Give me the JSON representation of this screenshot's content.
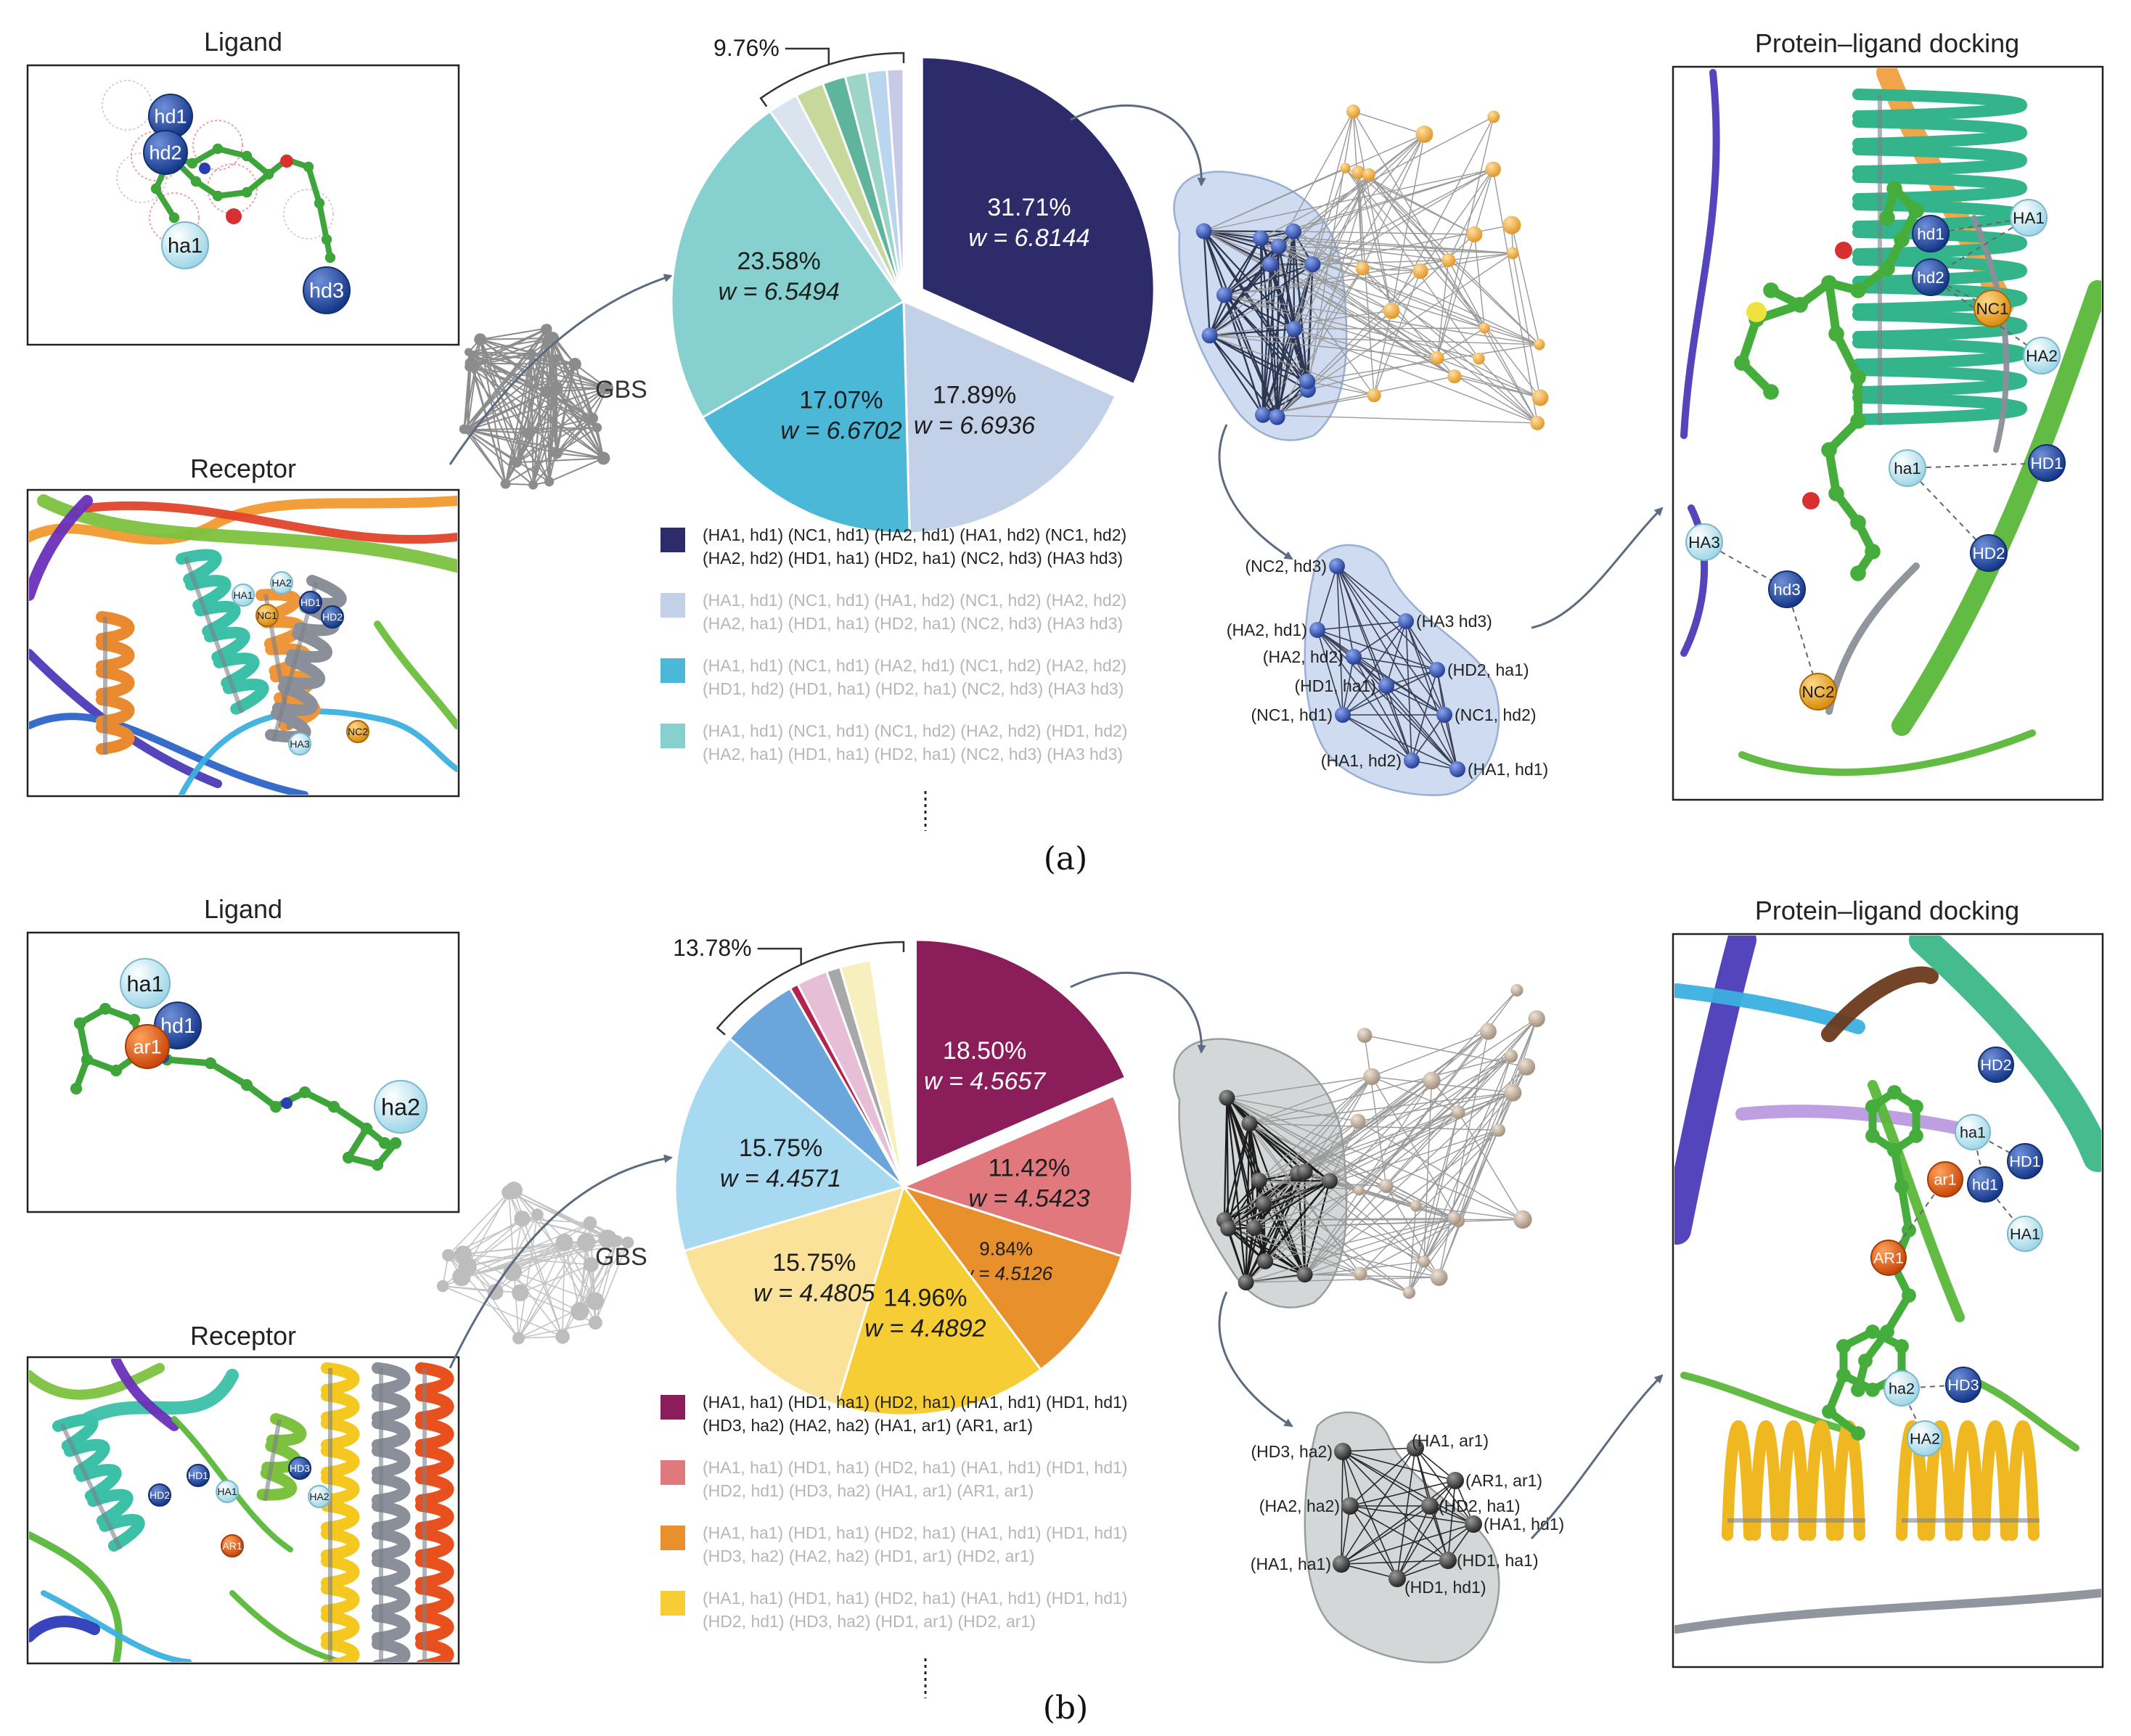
{
  "panels": [
    {
      "id": "a",
      "caption": "(a)",
      "ligand_title": "Ligand",
      "receptor_title": "Receptor",
      "docking_title": "Protein–ligand docking",
      "gbs_label": "GBS",
      "pie": {
        "small_group_pct": "9.76%",
        "slices": [
          {
            "pct": "31.71%",
            "w": "w = 6.8144",
            "value": 31.71,
            "color": "#2e2b6b",
            "text": "#ffffff",
            "exploded": true
          },
          {
            "pct": "17.89%",
            "w": "w = 6.6936",
            "value": 17.89,
            "color": "#c3d1e8",
            "text": "#1d1d1d"
          },
          {
            "pct": "17.07%",
            "w": "w = 6.6702",
            "value": 17.07,
            "color": "#4cb8d8",
            "text": "#1d1d1d"
          },
          {
            "pct": "23.58%",
            "w": "w = 6.5494",
            "value": 23.58,
            "color": "#86d1cf",
            "text": "#1d1d1d"
          }
        ],
        "small_slices": [
          {
            "value": 2.1,
            "color": "#d9e4ef"
          },
          {
            "value": 2.0,
            "color": "#c6d89a"
          },
          {
            "value": 1.6,
            "color": "#5fb59b"
          },
          {
            "value": 1.5,
            "color": "#9dd4c8"
          },
          {
            "value": 1.4,
            "color": "#b9d6ee"
          },
          {
            "value": 1.16,
            "color": "#c7c9e6"
          }
        ]
      },
      "legend": [
        {
          "color": "#2e2b6b",
          "dark": true,
          "lines": [
            "(HA1, hd1) (NC1, hd1) (HA2, hd1) (HA1, hd2) (NC1, hd2)",
            "(HA2, hd2) (HD1, ha1) (HD2, ha1) (NC2, hd3) (HA3 hd3)"
          ]
        },
        {
          "color": "#c3d1e8",
          "dark": false,
          "lines": [
            "(HA1, hd1) (NC1, hd1) (HA1, hd2) (NC1, hd2) (HA2, hd2)",
            "(HA2, ha1) (HD1, ha1) (HD2, ha1) (NC2, hd3) (HA3 hd3)"
          ]
        },
        {
          "color": "#4cb8d8",
          "dark": false,
          "lines": [
            "(HA1, hd1) (NC1, hd1) (HA2, hd1) (NC1, hd2) (HA2, hd2)",
            "(HD1, hd2) (HD1, ha1) (HD2, ha1) (NC2, hd3) (HA3 hd3)"
          ]
        },
        {
          "color": "#86d1cf",
          "dark": false,
          "lines": [
            "(HA1, hd1) (NC1, hd1) (NC1, hd2) (HA2, hd2) (HD1, hd2)",
            "(HA2, ha1) (HD1, ha1) (HD2, ha1) (NC2, hd3) (HA3 hd3)"
          ]
        }
      ],
      "clique_nodes": [
        "(NC2, hd3)",
        "(HA2, hd1)",
        "(HA3 hd3)",
        "(HA2, hd2)",
        "(HD2, ha1)",
        "(HD1, ha1)",
        "(NC1, hd1)",
        "(NC1, hd2)",
        "(HA1, hd2)",
        "(HA1, hd1)"
      ],
      "ligand_atoms": [
        "hd1",
        "hd2",
        "ha1",
        "hd3"
      ],
      "receptor_atoms": [
        "HA1",
        "HA2",
        "HD1",
        "NC1",
        "HD2",
        "HA3",
        "NC2"
      ],
      "docking_atoms": [
        "hd1",
        "HA1",
        "hd2",
        "NC1",
        "HA2",
        "ha1",
        "HD1",
        "HA3",
        "hd3",
        "HD2",
        "NC2"
      ]
    },
    {
      "id": "b",
      "caption": "(b)",
      "ligand_title": "Ligand",
      "receptor_title": "Receptor",
      "docking_title": "Protein–ligand docking",
      "gbs_label": "GBS",
      "pie": {
        "small_group_pct": "13.78%",
        "slices": [
          {
            "pct": "18.50%",
            "w": "w = 4.5657",
            "value": 18.5,
            "color": "#8b1d5a",
            "text": "#ffffff",
            "exploded": true
          },
          {
            "pct": "11.42%",
            "w": "w = 4.5423",
            "value": 11.42,
            "color": "#e1787e",
            "text": "#1d1d1d"
          },
          {
            "pct": "9.84%",
            "w": "w = 4.5126",
            "value": 9.84,
            "color": "#e8902b",
            "text": "#1d1d1d"
          },
          {
            "pct": "14.96%",
            "w": "w = 4.4892",
            "value": 14.96,
            "color": "#f6cd35",
            "text": "#1d1d1d"
          },
          {
            "pct": "15.75%",
            "w": "w = 4.4805",
            "value": 15.75,
            "color": "#fbe29b",
            "text": "#1d1d1d"
          },
          {
            "pct": "15.75%",
            "w": "w = 4.4571",
            "value": 15.75,
            "color": "#a7daf0",
            "text": "#1d1d1d"
          }
        ],
        "small_slices": [
          {
            "value": 5.5,
            "color": "#6aa5dc"
          },
          {
            "value": 0.6,
            "color": "#b4234d"
          },
          {
            "value": 2.2,
            "color": "#e6bed6"
          },
          {
            "value": 1.0,
            "color": "#a8a8a8"
          },
          {
            "value": 2.2,
            "color": "#f7efbe"
          },
          {
            "value": 2.28,
            "color": "#ffffff"
          }
        ]
      },
      "legend": [
        {
          "color": "#8b1d5a",
          "dark": true,
          "lines": [
            "(HA1, ha1) (HD1, ha1) (HD2, ha1) (HA1, hd1) (HD1, hd1)",
            "(HD3, ha2) (HA2, ha2) (HA1, ar1) (AR1, ar1)"
          ]
        },
        {
          "color": "#e1787e",
          "dark": false,
          "lines": [
            "(HA1, ha1) (HD1, ha1) (HD2, ha1) (HA1, hd1) (HD1, hd1)",
            "(HD2, hd1) (HD3, ha2) (HA1, ar1) (AR1, ar1)"
          ]
        },
        {
          "color": "#e8902b",
          "dark": false,
          "lines": [
            "(HA1, ha1) (HD1, ha1) (HD2, ha1) (HA1, hd1) (HD1, hd1)",
            "(HD3, ha2) (HA2, ha2) (HD1, ar1) (HD2, ar1)"
          ]
        },
        {
          "color": "#f6cd35",
          "dark": false,
          "lines": [
            "(HA1, ha1) (HD1, ha1) (HD2, ha1) (HA1, hd1) (HD1, hd1)",
            "(HD2, hd1) (HD3, ha2) (HD1, ar1) (HD2, ar1)"
          ]
        }
      ],
      "clique_nodes": [
        "(HA1, ar1)",
        "(HD3, ha2)",
        "(AR1, ar1)",
        "(HA2, ha2)",
        "(HD2, ha1)",
        "(HA1, hd1)",
        "(HD1, ha1)",
        "(HA1, ha1)",
        "(HD1, hd1)"
      ],
      "ligand_atoms": [
        "ha1",
        "hd1",
        "ar1",
        "ha2"
      ],
      "receptor_atoms": [
        "HD1",
        "HD2",
        "HA1",
        "HD3",
        "HA2",
        "AR1"
      ],
      "docking_atoms": [
        "HD2",
        "ha1",
        "HD1",
        "hd1",
        "ar1",
        "HA1",
        "AR1",
        "ha2",
        "HD3",
        "HA2"
      ]
    }
  ],
  "colors": {
    "hd_atom": "#1f4ea3",
    "ha_atom": "#bfe8f2",
    "nc_atom": "#f0a81e",
    "ar_atom": "#e8620f",
    "graph_gray": "#8a8a8a",
    "graph_blue": "#3c5bb5",
    "graph_orange": "#f3b540",
    "graph_dark": "#333333",
    "graph_tan": "#b8a89a"
  }
}
